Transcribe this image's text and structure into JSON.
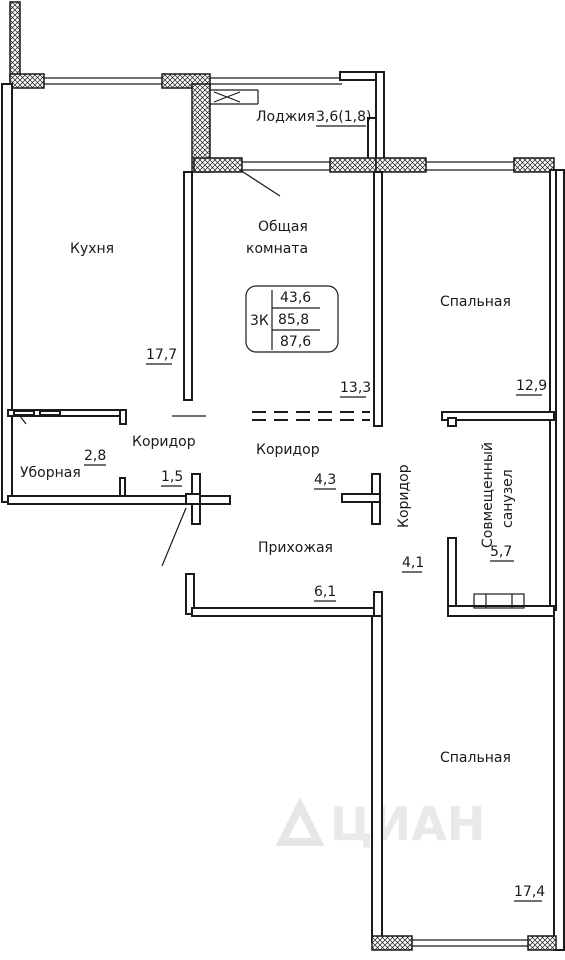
{
  "badge": {
    "rooms": "3К",
    "living_area": "43,6",
    "total_area": "85,8",
    "total_with_loggia": "87,6"
  },
  "rooms": {
    "loggia": {
      "name": "Лоджия",
      "area": "3,6(1,8)"
    },
    "kitchen": {
      "name": "Кухня",
      "area": "17,7"
    },
    "living": {
      "name": "Общая комната",
      "line1": "Общая",
      "line2": "комната",
      "area": "13,3"
    },
    "bedroom_top": {
      "name": "Спальная",
      "area": "12,9"
    },
    "bedroom_bottom": {
      "name": "Спальная",
      "area": "17,4"
    },
    "corridor_left": {
      "name": "Коридор",
      "area": "1,5"
    },
    "toilet": {
      "name": "Уборная",
      "area": "2,8"
    },
    "corridor_center": {
      "name": "Коридор",
      "area": "4,3"
    },
    "corridor_right": {
      "name": "Коридор",
      "area": "4,1"
    },
    "hallway": {
      "name": "Прихожая",
      "area": "6,1"
    },
    "bathroom": {
      "name": "Совмещенный санузел",
      "line1": "Совмещенный",
      "line2": "санузел",
      "area": "5,7"
    }
  },
  "watermark": "ЦИАН"
}
